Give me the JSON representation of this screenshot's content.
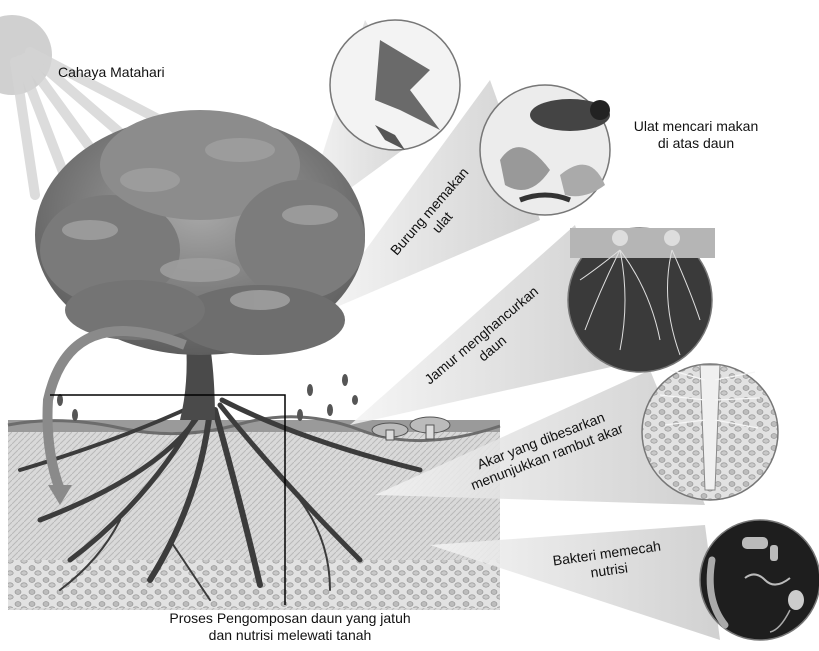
{
  "labels": {
    "sunlight": "Cahaya Matahari",
    "caterpillar_line1": "Ulat mencari makan",
    "caterpillar_line2": "di atas daun",
    "bird_line1": "Burung memakan",
    "bird_line2": "ulat",
    "fungi_line1": "Jamur menghancurkan",
    "fungi_line2": "daun",
    "roots_line1": "Akar yang dibesarkan",
    "roots_line2": "menunjukkan rambut akar",
    "bacteria_line1": "Bakteri memecah",
    "bacteria_line2": "nutrisi",
    "compost_line1": "Proses Pengomposan daun yang jatuh",
    "compost_line2": "dan nutrisi melewati tanah"
  }
}
